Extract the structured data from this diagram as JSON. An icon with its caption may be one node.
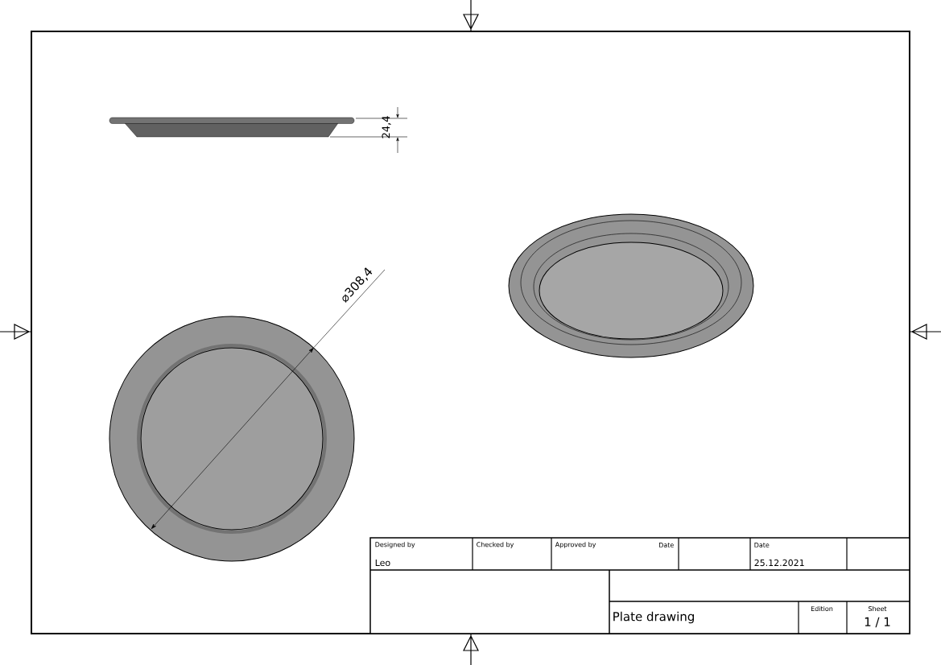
{
  "diagram": {
    "labels": [
      "24,4",
      "⌀308,4",
      "Designed by",
      "Checked by",
      "Approved by",
      "Date",
      "Date",
      "Leo",
      "25.12.2021",
      "Plate drawing",
      "Edition",
      "Sheet",
      "1 / 1"
    ]
  }
}
